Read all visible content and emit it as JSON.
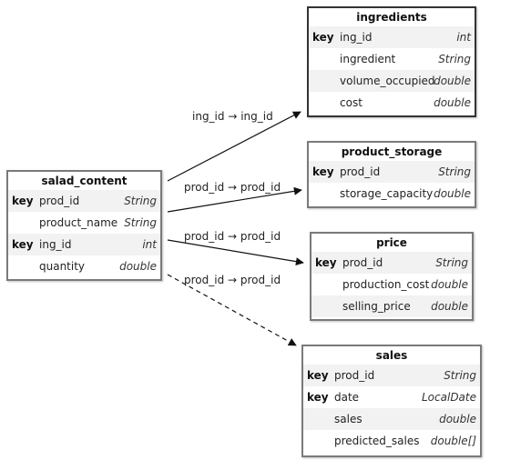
{
  "tables": {
    "salad_content": {
      "title": "salad_content",
      "rows": [
        {
          "key": "key",
          "name": "prod_id",
          "type": "String"
        },
        {
          "key": "",
          "name": "product_name",
          "type": "String"
        },
        {
          "key": "key",
          "name": "ing_id",
          "type": "int"
        },
        {
          "key": "",
          "name": "quantity",
          "type": "double"
        }
      ]
    },
    "ingredients": {
      "title": "ingredients",
      "rows": [
        {
          "key": "key",
          "name": "ing_id",
          "type": "int"
        },
        {
          "key": "",
          "name": "ingredient",
          "type": "String"
        },
        {
          "key": "",
          "name": "volume_occupied",
          "type": "double"
        },
        {
          "key": "",
          "name": "cost",
          "type": "double"
        }
      ]
    },
    "product_storage": {
      "title": "product_storage",
      "rows": [
        {
          "key": "key",
          "name": "prod_id",
          "type": "String"
        },
        {
          "key": "",
          "name": "storage_capacity",
          "type": "double"
        }
      ]
    },
    "price": {
      "title": "price",
      "rows": [
        {
          "key": "key",
          "name": "prod_id",
          "type": "String"
        },
        {
          "key": "",
          "name": "production_cost",
          "type": "double"
        },
        {
          "key": "",
          "name": "selling_price",
          "type": "double"
        }
      ]
    },
    "sales": {
      "title": "sales",
      "rows": [
        {
          "key": "key",
          "name": "prod_id",
          "type": "String"
        },
        {
          "key": "key",
          "name": "date",
          "type": "LocalDate"
        },
        {
          "key": "",
          "name": "sales",
          "type": "double"
        },
        {
          "key": "",
          "name": "predicted_sales",
          "type": "double[]"
        }
      ]
    }
  },
  "relations": [
    {
      "from": "salad_content",
      "to": "ingredients",
      "label": "ing_id → ing_id",
      "style": "solid"
    },
    {
      "from": "salad_content",
      "to": "product_storage",
      "label": "prod_id → prod_id",
      "style": "solid"
    },
    {
      "from": "salad_content",
      "to": "price",
      "label": "prod_id → prod_id",
      "style": "solid"
    },
    {
      "from": "salad_content",
      "to": "sales",
      "label": "prod_id → prod_id",
      "style": "dashed"
    }
  ]
}
